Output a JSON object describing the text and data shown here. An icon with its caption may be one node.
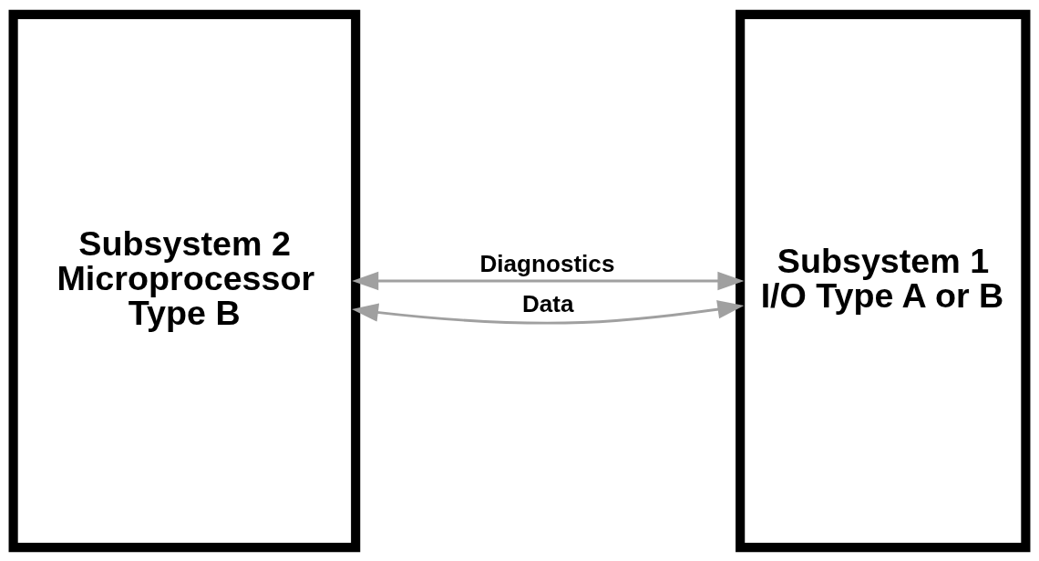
{
  "diagram": {
    "nodes": [
      {
        "text": [
          "Subsystem 2 Microprocessor Type B"
        ]
      },
      {
        "text": [
          "Subsystem 1 I/O Type A or B"
        ]
      }
    ],
    "edges": [
      {
        "from": 0,
        "to": 1,
        "arrow": "both",
        "label": "Diagnostics"
      },
      {
        "from": 0,
        "to": 1,
        "arrow": "both",
        "label": "Data"
      }
    ]
  }
}
